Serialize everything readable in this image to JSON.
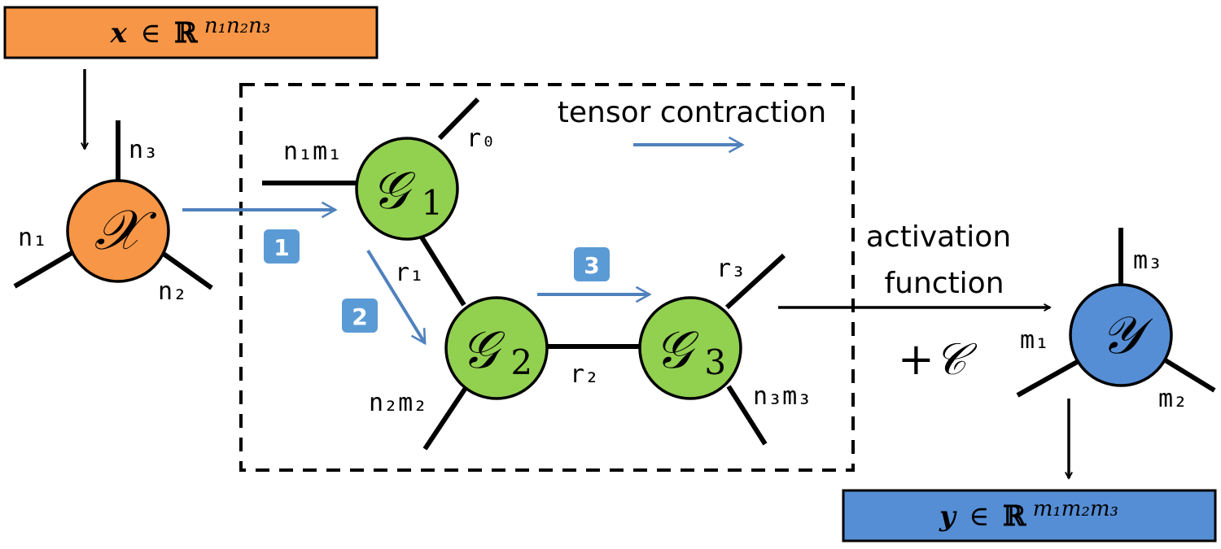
{
  "input_box": {
    "var": "x",
    "in": "∈",
    "set": "ℝ",
    "exp": "n₁n₂n₃",
    "fill": "#f79646"
  },
  "output_box": {
    "var": "y",
    "in": "∈",
    "set": "ℝ",
    "exp": "m₁m₂m₃",
    "fill": "#558ed5"
  },
  "input_node": {
    "symbol": "𝒳",
    "fill": "#f79646",
    "leg_labels": {
      "n1": "n₁",
      "n2": "n₂",
      "n3": "n₃"
    }
  },
  "output_node": {
    "symbol": "𝒴",
    "fill": "#558ed5",
    "leg_labels": {
      "m1": "m₁",
      "m2": "m₂",
      "m3": "m₃"
    }
  },
  "cores": [
    {
      "symbol": "𝒢",
      "sub": "1",
      "fill": "#92d050"
    },
    {
      "symbol": "𝒢",
      "sub": "2",
      "fill": "#92d050"
    },
    {
      "symbol": "𝒢",
      "sub": "3",
      "fill": "#92d050"
    }
  ],
  "bond_labels": {
    "n1m1": "n₁m₁",
    "r0": "r₀",
    "r1": "r₁",
    "r2": "r₂",
    "r3": "r₃",
    "n2m2": "n₂m₂",
    "n3m3": "n₃m₃"
  },
  "step_badges": [
    "1",
    "2",
    "3"
  ],
  "legend_text": "tensor contraction",
  "activation_text": [
    "activation",
    "function"
  ],
  "bias_text": "+𝒞",
  "colors": {
    "arrow_blue": "#4f81bd",
    "badge_blue": "#5b9bd5",
    "line": "#000000"
  },
  "icons": {
    "contraction_arrow": "arrow-right-icon",
    "flow_arrow": "arrow-down-icon"
  }
}
